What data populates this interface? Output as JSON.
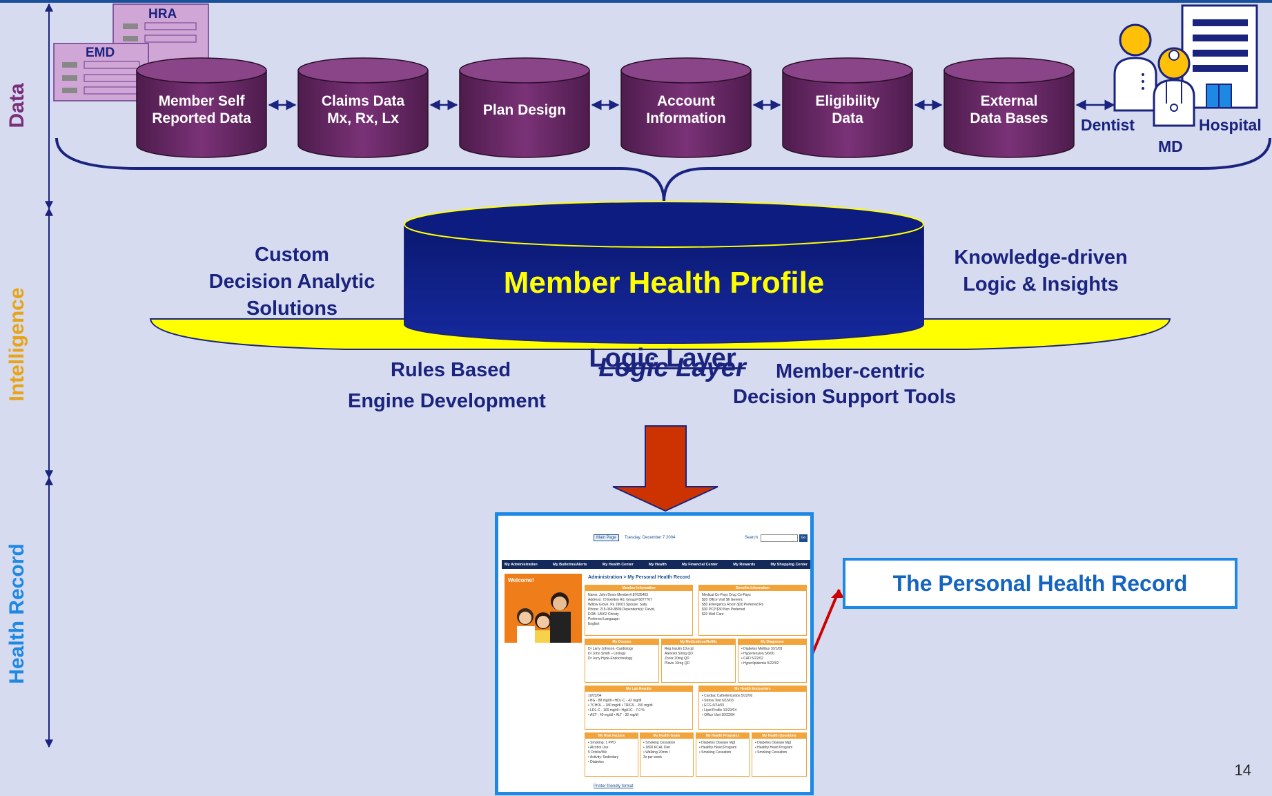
{
  "side_labels": {
    "data": "Data",
    "intelligence": "Intelligence",
    "health_record": "Health Record"
  },
  "forms": {
    "hra": "HRA",
    "emd": "EMD"
  },
  "databases": [
    {
      "line1": "Member Self",
      "line2": "Reported Data"
    },
    {
      "line1": "Claims Data",
      "line2": "Mx, Rx, Lx"
    },
    {
      "line1": "Plan Design",
      "line2": ""
    },
    {
      "line1": "Account",
      "line2": "Information"
    },
    {
      "line1": "Eligibility",
      "line2": "Data"
    },
    {
      "line1": "External",
      "line2": "Data Bases"
    }
  ],
  "providers": {
    "dentist": "Dentist",
    "md": "MD",
    "hospital": "Hospital"
  },
  "profile": {
    "title": "Member Health Profile",
    "logic_layer": "Logic Layer"
  },
  "intelligence_labels": {
    "custom": [
      "Custom",
      "Decision Analytic",
      "Solutions"
    ],
    "knowledge": [
      "Knowledge-driven",
      "Logic & Insights"
    ],
    "rules": [
      "Rules Based",
      "Engine Development"
    ],
    "member_centric": [
      "Member-centric",
      "Decision Support Tools"
    ]
  },
  "callout": "The Personal Health Record",
  "page_number": "14",
  "colors": {
    "background": "#d6dbef",
    "cylinder": "#6e2a6a",
    "profile": "#0d1f8a",
    "profile_text": "#ffff00",
    "logic_layer": "#ffff00",
    "arrow": "#cc3300",
    "navy": "#1a237e",
    "accent_blue": "#1e88e5"
  },
  "screenshot": {
    "main_page": "Main Page",
    "date": "Tuesday, December 7 2004",
    "search": "Search",
    "go": "Go",
    "nav": [
      "My Administration",
      "My Bulletins/Alerts",
      "My Health Center",
      "My Health",
      "My Financial Center",
      "My Rewards",
      "My Shopping Center"
    ],
    "welcome": "Welcome!",
    "breadcrumb": "Administration > My Personal Health Record",
    "member_info": {
      "title": "Member Information",
      "body": "Name:  John Devis        Member#:87635463\nAddress: 73 Exelton Rd,   Group#:6877767\nWillow Grove, Pa 19001    Spouse: Sally\nPhone:  215-069-8899     Dependent(s): Devid,\nDOB: 1/5/62              Christy\nPreferred Language:\nEnglish"
    },
    "benefits": {
      "title": "Benefits Information",
      "body": "Medical Co-Pays      Drug Co-Pays\n$20 Office Visit        $6  Generic\n$50 Emergency Room   $20 Preferred Rx\n$30 PCP               $30 Non Preferred\n$20 Well Care"
    },
    "doctors": {
      "title": "My Doctors",
      "body": "Dr Larry Johnson -Cardiology\nDr John Smith – Urology\nDr Jerry Hyde-Endocrinology"
    },
    "medications": {
      "title": "My Medications/Refills",
      "body": "Reg Insulin 10u qd\nAtenolol 50mg QD\nZocor 20mg QD\nPlavix 10mg QD"
    },
    "diagnoses": {
      "title": "My Diagnoses",
      "body": "• Diabetes Mellitus 10/1/03\n• Hypertension 5/6/00\n• CAD 5/22/02\n• Hyperlipidemia 5/22/02"
    },
    "lab_results": {
      "title": "My Lab Results",
      "body": "10/22/04\n• BG   - 88 mg/dl       • HDL-C - 42 mg/dl\n• TCHOL – 180 mg/dl     • TRIGS - 150 mg/dl\n• LDL-C - 100 mg/dl     • HgA1C - 7.0 %\n• AST   - 40 mg/dl       • ALT   - 32 mg/dl"
    },
    "encounters": {
      "title": "My Health Encounters",
      "body": "• Cardiac Catheterization 5/22/02\n• Stress Test 6/15/03\n• ECG 6/24/03\n• Lipid Profile 10/22/04\n• Office Visit 10/22/04"
    },
    "risk": {
      "title": "My Risk Factors",
      "body": "• Smoking: 1 PPD\n• Alcohol Use\n  5 Drinks/Wk\n• Activity: Sedentary\n• Diabetes"
    },
    "goals": {
      "title": "My Health Goals",
      "body": "• Smoking Cessation\n• 1800 KCAL Diet\n• Walking 20min /\n  3x per week"
    },
    "programs": {
      "title": "My Health Programs",
      "body": "• Diabetes Disease Mgt\n• Healthy Heart Program\n• Smoking Cessation"
    },
    "questions": {
      "title": "My Health Questions",
      "body": "• Diabetes Disease Mgt\n• Healthy Heart Program\n• Smoking Cessation"
    },
    "printer": "Printer-friendly format"
  }
}
